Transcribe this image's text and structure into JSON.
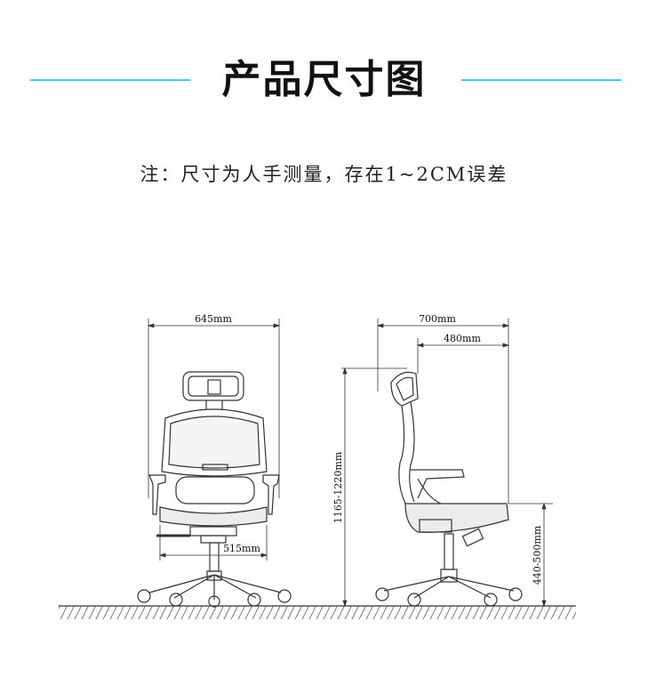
{
  "header": {
    "title": "产品尺寸图",
    "accent_color": "#38d0e6"
  },
  "note": "注：尺寸为人手测量，存在1~2CM误差",
  "front_view": {
    "width_label": "645mm",
    "seat_width_label": "515mm"
  },
  "side_view": {
    "depth_label": "700mm",
    "seat_depth_label": "480mm",
    "height_label": "1165-1220mm",
    "seat_height_label": "440-500mm"
  }
}
